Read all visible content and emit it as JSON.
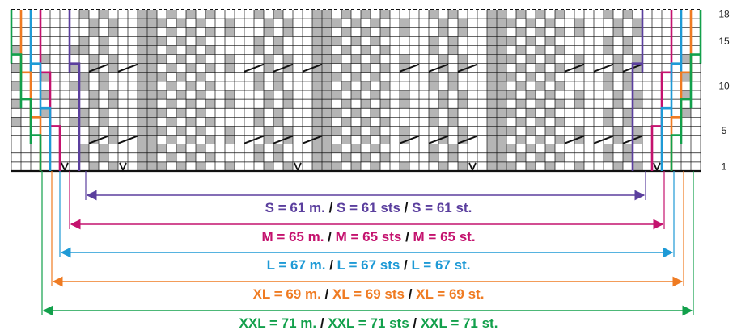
{
  "row_numbers": [
    "18",
    "15",
    "10",
    "5",
    "1"
  ],
  "sizes": [
    {
      "code": "S",
      "color": "#5b3f9e",
      "parts": [
        "S = 61 m.",
        "S = 61 sts",
        "S = 61 st."
      ]
    },
    {
      "code": "M",
      "color": "#c4126e",
      "parts": [
        "M = 65 m.",
        "M = 65 sts",
        "M = 65 st."
      ]
    },
    {
      "code": "L",
      "color": "#1e9ad6",
      "parts": [
        "L = 67 m.",
        "L = 67 sts",
        "L = 67 st."
      ]
    },
    {
      "code": "XL",
      "color": "#ef7b22",
      "parts": [
        "XL = 69 m.",
        "XL = 69 sts",
        "XL = 69 st."
      ]
    },
    {
      "code": "XXL",
      "color": "#12a04b",
      "parts": [
        "XXL = 71 m.",
        "XXL = 71 sts",
        "XXL = 71 st."
      ]
    }
  ],
  "separator": " / ",
  "colors": {
    "grid_line": "#111111",
    "shaded_cell": "#b5b5b5",
    "background": "#ffffff"
  }
}
